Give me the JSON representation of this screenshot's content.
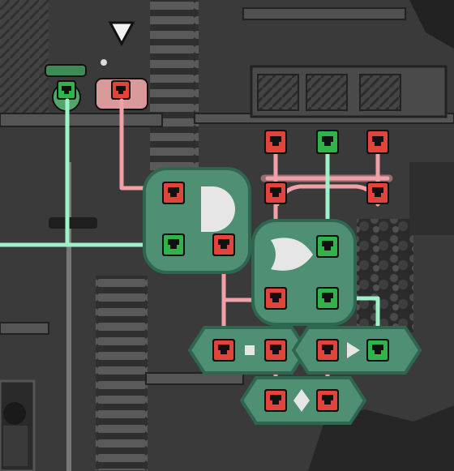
{
  "scene": {
    "title": "",
    "palette": {
      "background": "#3a3a3a",
      "gate_green": "#4f8f74",
      "gate_border": "#2f6652",
      "wire_green": "#9df2c8",
      "wire_red": "#f2a0a8",
      "port_green": "#2fb34a",
      "port_red": "#e0443a"
    },
    "selection_marker": "down-triangle-icon",
    "gates": [
      {
        "id": "and-gate",
        "kind": "AND",
        "inputs": [
          "red",
          "green"
        ],
        "output": "red"
      },
      {
        "id": "or-gate",
        "kind": "OR",
        "inputs": [
          "red",
          "red"
        ],
        "output": "green"
      },
      {
        "id": "buffer-gate-1",
        "kind": "BUFFER",
        "inputs": [
          "red"
        ],
        "output": "red"
      },
      {
        "id": "filter-gate",
        "kind": "FILTER",
        "inputs": [
          "red"
        ],
        "output": "green"
      },
      {
        "id": "not-gate",
        "kind": "NOT",
        "inputs": [
          "red"
        ],
        "output": "red"
      }
    ],
    "sensors": [
      {
        "id": "sensor-green",
        "state": "green"
      },
      {
        "id": "sensor-red",
        "state": "red"
      }
    ],
    "doors": [
      {
        "id": "door-left",
        "state": "red"
      },
      {
        "id": "door-middle",
        "state": "green"
      },
      {
        "id": "door-right",
        "state": "red"
      }
    ]
  }
}
